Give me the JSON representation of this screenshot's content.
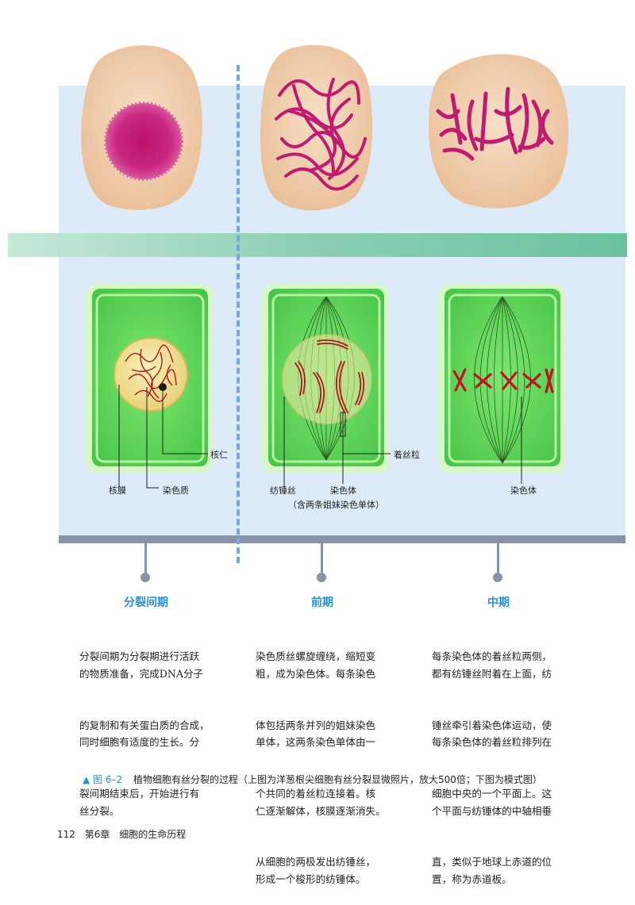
{
  "stages": [
    {
      "heading": "分裂间期",
      "text_lines": [
        "分裂间期为分裂期进行活跃",
        "的物质准备，完成DNA分子",
        "的复制和有关蛋白质的合成，",
        "同时细胞有适度的生长。分",
        "裂间期结束后，开始进行有",
        "丝分裂。"
      ]
    },
    {
      "heading": "前期",
      "text_lines": [
        "染色质丝螺旋缠绕，缩短变",
        "粗，成为染色体。每条染色",
        "体包括两条并列的姐妹染色",
        "单体，这两条染色单体由一",
        "个共同的着丝粒连接着。核",
        "仁逐渐解体，核膜逐渐消失。",
        "从细胞的两极发出纺锤丝，",
        "形成一个梭形的纺锤体。"
      ]
    },
    {
      "heading": "中期",
      "text_lines": [
        "每条染色体的着丝粒两侧，",
        "都有纺锤丝附着在上面，纺",
        "锤丝牵引着染色体运动，使",
        "每条染色体的着丝粒排列在",
        "细胞中央的一个平面上。这",
        "个平面与纺锤体的中轴相垂",
        "直，类似于地球上赤道的位",
        "置，称为赤道板。"
      ]
    }
  ],
  "labels": {
    "nucleolus": "核仁",
    "nuclear_membrane": "核膜",
    "chromatin": "染色质",
    "spindle": "纺锤丝",
    "chromosome": "染色体",
    "chromosome_note": "（含两条姐妹染色单体）",
    "centromere": "着丝粒",
    "chromosome_meta": "染色体"
  },
  "caption": {
    "figure_no": "图 6–2",
    "text": "植物细胞有丝分裂的过程（上图为洋葱根尖细胞有丝分裂显微照片，放大500倍；下图为模式图）"
  },
  "footer": {
    "page": "112",
    "chapter": "第6章",
    "title": "细胞的生命历程"
  },
  "colors": {
    "accent": "#2b8fd0",
    "cell_green": "#5fd45a",
    "chromosome": "#b3141e",
    "micro_bg": "#efc9a6",
    "stain": "#c41d74"
  }
}
